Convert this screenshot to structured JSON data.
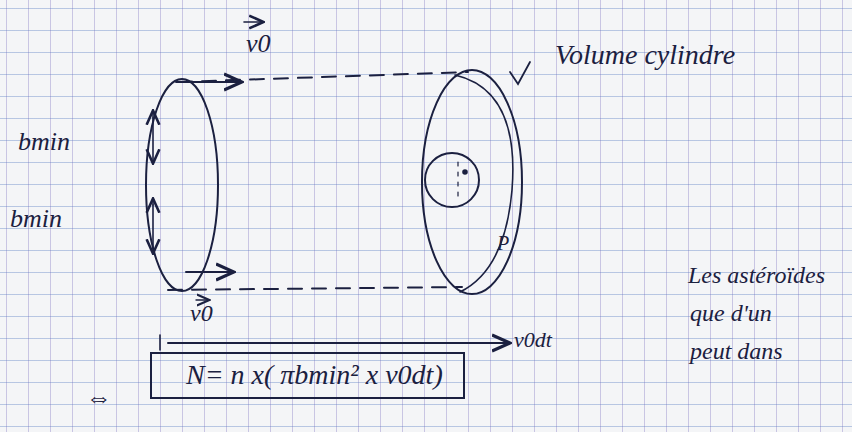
{
  "diagram": {
    "nodes": [
      {
        "text": [
          "N= n x( πbmin² x v0dt)"
        ]
      }
    ],
    "labels": [
      "v0",
      "bmin",
      "bmin",
      "v0",
      "Volume cylindre",
      "P",
      "v0dt",
      "⇔",
      "Les astéroïdes",
      "que d'un",
      "peut dans"
    ]
  }
}
